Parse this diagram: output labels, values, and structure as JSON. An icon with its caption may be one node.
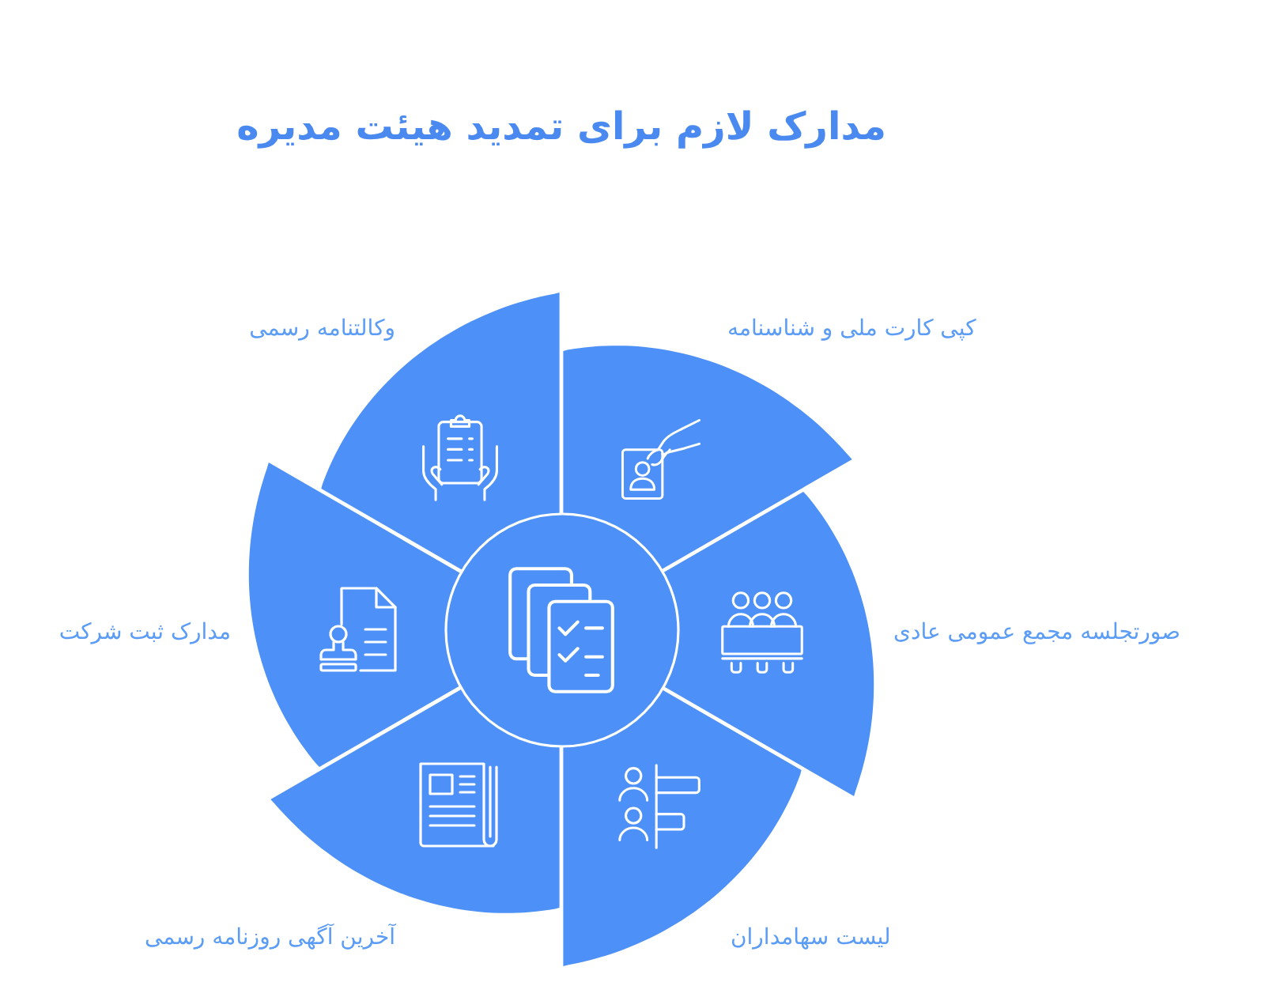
{
  "diagram": {
    "title": "مدارک لازم برای تمدید هیئت مدیره",
    "nodes": [
      {
        "text": [
          "کپی کارت ملی و شناسنامه"
        ]
      },
      {
        "text": [
          "صورتجلسه مجمع عمومی عادی"
        ]
      },
      {
        "text": [
          "لیست سهامداران"
        ]
      },
      {
        "text": [
          "آخرین آگهی روزنامه رسمی"
        ]
      },
      {
        "text": [
          "مدارک ثبت شرکت"
        ]
      },
      {
        "text": [
          "وکالتنامه رسمی"
        ]
      },
      {
        "text": [],
        "shape": "circle"
      }
    ]
  }
}
